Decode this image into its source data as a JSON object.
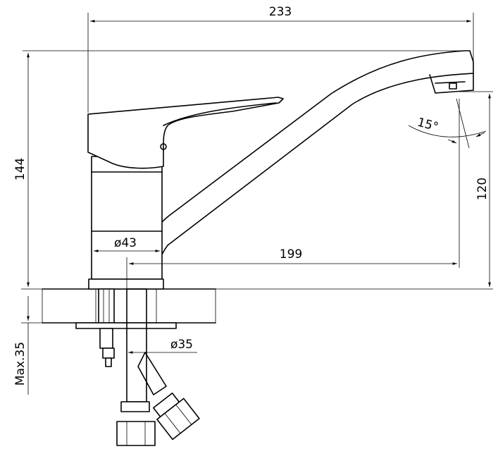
{
  "dimensions": {
    "total_length": "233",
    "total_height": "144",
    "spout_height": "120",
    "spout_reach": "199",
    "body_diameter": "ø43",
    "hole_diameter": "ø35",
    "max_thickness": "Max.35",
    "swivel_angle": "15°"
  },
  "colors": {
    "stroke": "#000000",
    "background": "#ffffff"
  }
}
